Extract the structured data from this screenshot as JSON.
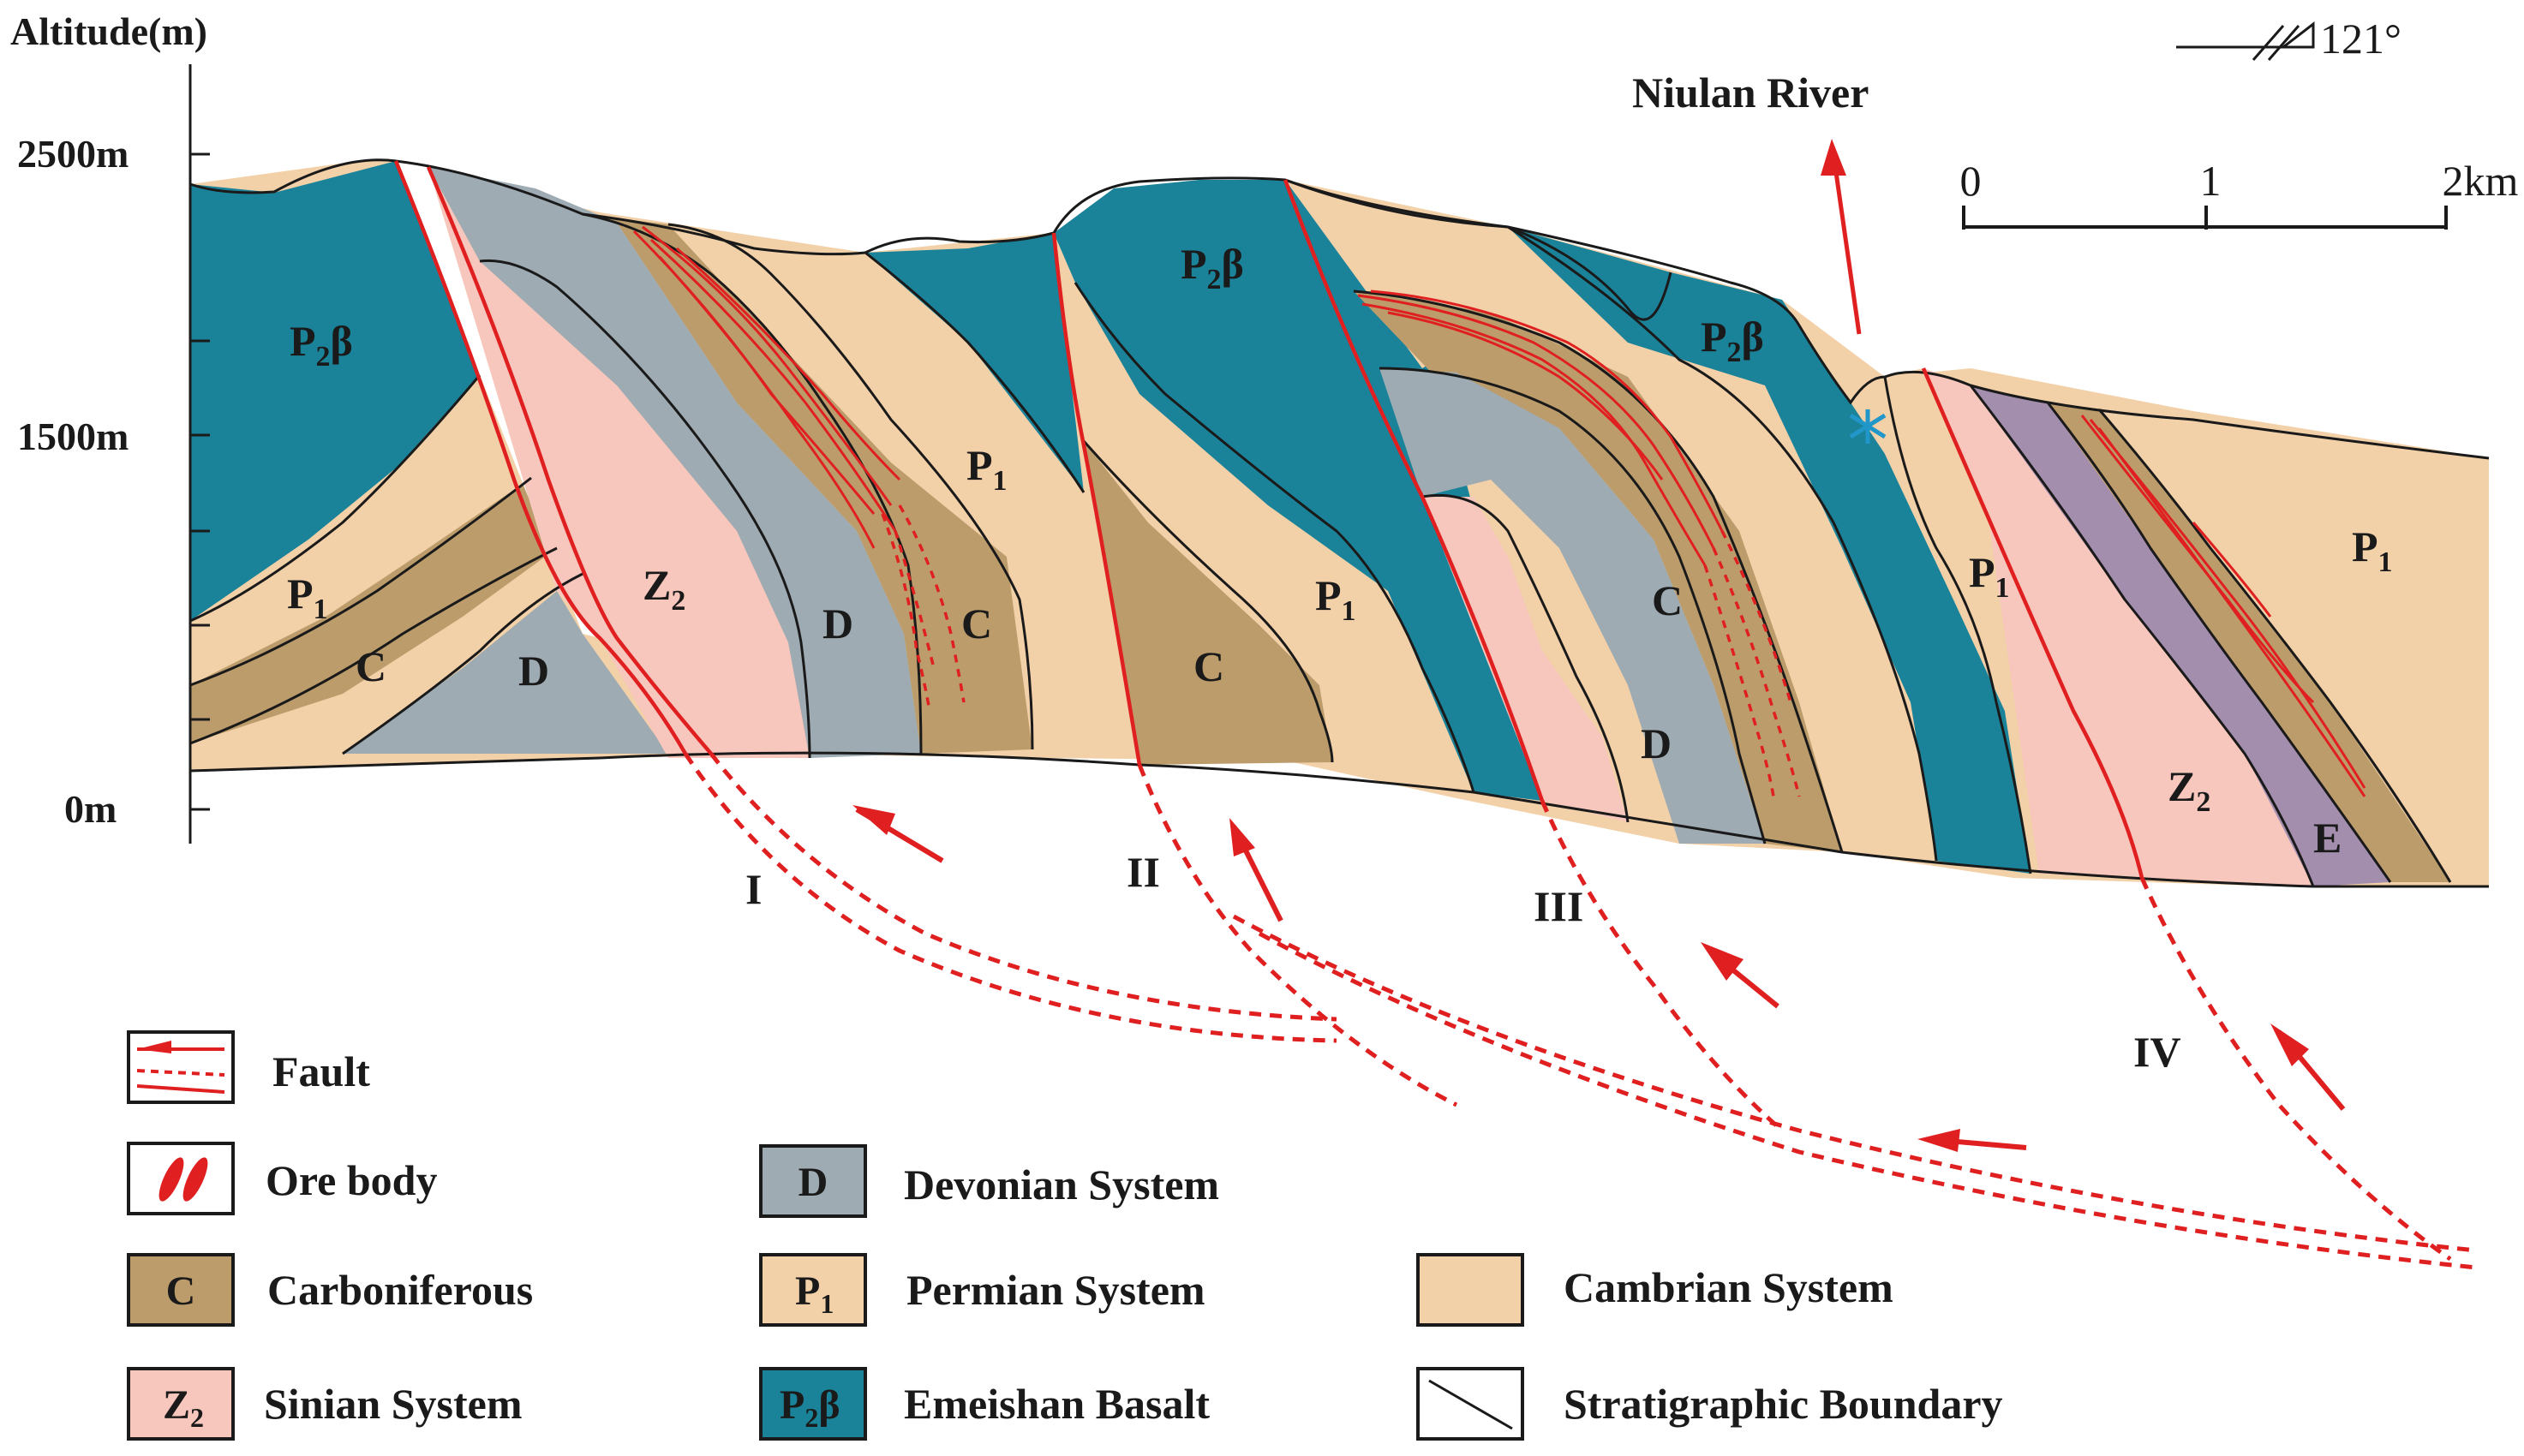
{
  "axis": {
    "label": "Altitude(m)",
    "ticks": [
      "2500m",
      "1500m",
      "0m"
    ]
  },
  "orientation": {
    "bearing": "121°"
  },
  "river": {
    "label": "Niulan River"
  },
  "scale_bar": {
    "ticks": [
      "0",
      "1",
      "2km"
    ]
  },
  "units": {
    "p2b": {
      "main": "P",
      "sub": "2",
      "suffix": "β"
    },
    "p1": {
      "main": "P",
      "sub": "1"
    },
    "z2": {
      "main": "Z",
      "sub": "2"
    },
    "c": "C",
    "d": "D",
    "e": "E"
  },
  "faults": [
    "I",
    "II",
    "III",
    "IV"
  ],
  "legend": {
    "items": [
      {
        "label": "Fault"
      },
      {
        "label": "Ore body"
      },
      {
        "label": "Carboniferous",
        "symbol": "C"
      },
      {
        "label": "Sinian System",
        "symbol_main": "Z",
        "symbol_sub": "2"
      },
      {
        "label": "Devonian System",
        "symbol": "D"
      },
      {
        "label": "Permian System",
        "symbol_main": "P",
        "symbol_sub": "1"
      },
      {
        "label": "Emeishan Basalt",
        "symbol_main": "P",
        "symbol_sub": "2",
        "symbol_suffix": "β"
      },
      {
        "label": "Cambrian System"
      },
      {
        "label": "Stratigraphic Boundary"
      }
    ]
  },
  "colors": {
    "basalt": "#1b8399",
    "permian": "#f2d0a8",
    "carboniferous": "#bc9c6b",
    "devonian": "#9eabb2",
    "sinian": "#f7c6bc",
    "cambrian": "#f2d0a8",
    "cambrian_e": "#a48ead",
    "fault": "#e02020"
  }
}
